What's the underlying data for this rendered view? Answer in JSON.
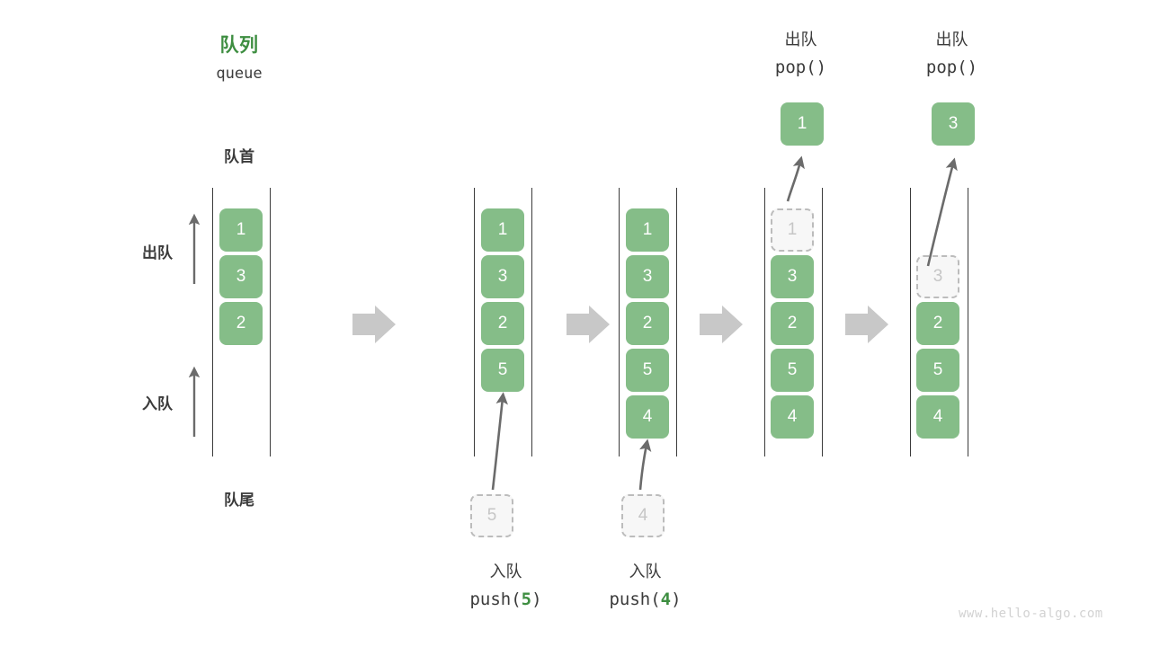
{
  "diagram": {
    "title_cn": "队列",
    "title_en": "queue",
    "front_label": "队首",
    "rear_label": "队尾",
    "dequeue_label": "出队",
    "enqueue_label": "入队",
    "watermark": "www.hello-algo.com",
    "colors": {
      "cell_fill": "#85bd88",
      "cell_text": "#ffffff",
      "ghost_fill": "#f7f7f7",
      "ghost_border": "#bcbcbc",
      "ghost_text": "#c6c6c6",
      "rail": "#3b3b3b",
      "accent_green": "#3e8e41",
      "text_dark": "#3b3b3b",
      "flow_arrow": "#c8c8c8",
      "curve_arrow": "#595959",
      "watermark": "#d2d2d2"
    }
  },
  "stages": [
    {
      "id": "initial",
      "cells": [
        "1",
        "3",
        "2"
      ],
      "ghost_index": null,
      "op_cn": "",
      "op_code_prefix": "",
      "op_code_arg": "",
      "op_code_suffix": "",
      "popped_value": "",
      "incoming_value": ""
    },
    {
      "id": "push-5",
      "cells": [
        "1",
        "3",
        "2",
        "5"
      ],
      "ghost_index": null,
      "op_cn": "入队",
      "op_code_prefix": "push(",
      "op_code_arg": "5",
      "op_code_suffix": ")",
      "popped_value": "",
      "incoming_value": "5"
    },
    {
      "id": "push-4",
      "cells": [
        "1",
        "3",
        "2",
        "5",
        "4"
      ],
      "ghost_index": null,
      "op_cn": "入队",
      "op_code_prefix": "push(",
      "op_code_arg": "4",
      "op_code_suffix": ")",
      "popped_value": "",
      "incoming_value": "4"
    },
    {
      "id": "pop-1",
      "cells": [
        "1",
        "3",
        "2",
        "5",
        "4"
      ],
      "ghost_index": 0,
      "op_cn": "出队",
      "op_code_prefix": "pop(",
      "op_code_arg": "",
      "op_code_suffix": ")",
      "popped_value": "1",
      "incoming_value": ""
    },
    {
      "id": "pop-3",
      "cells": [
        "3",
        "2",
        "5",
        "4"
      ],
      "ghost_index": 0,
      "op_cn": "出队",
      "op_code_prefix": "pop(",
      "op_code_arg": "",
      "op_code_suffix": ")",
      "popped_value": "3",
      "incoming_value": ""
    }
  ]
}
